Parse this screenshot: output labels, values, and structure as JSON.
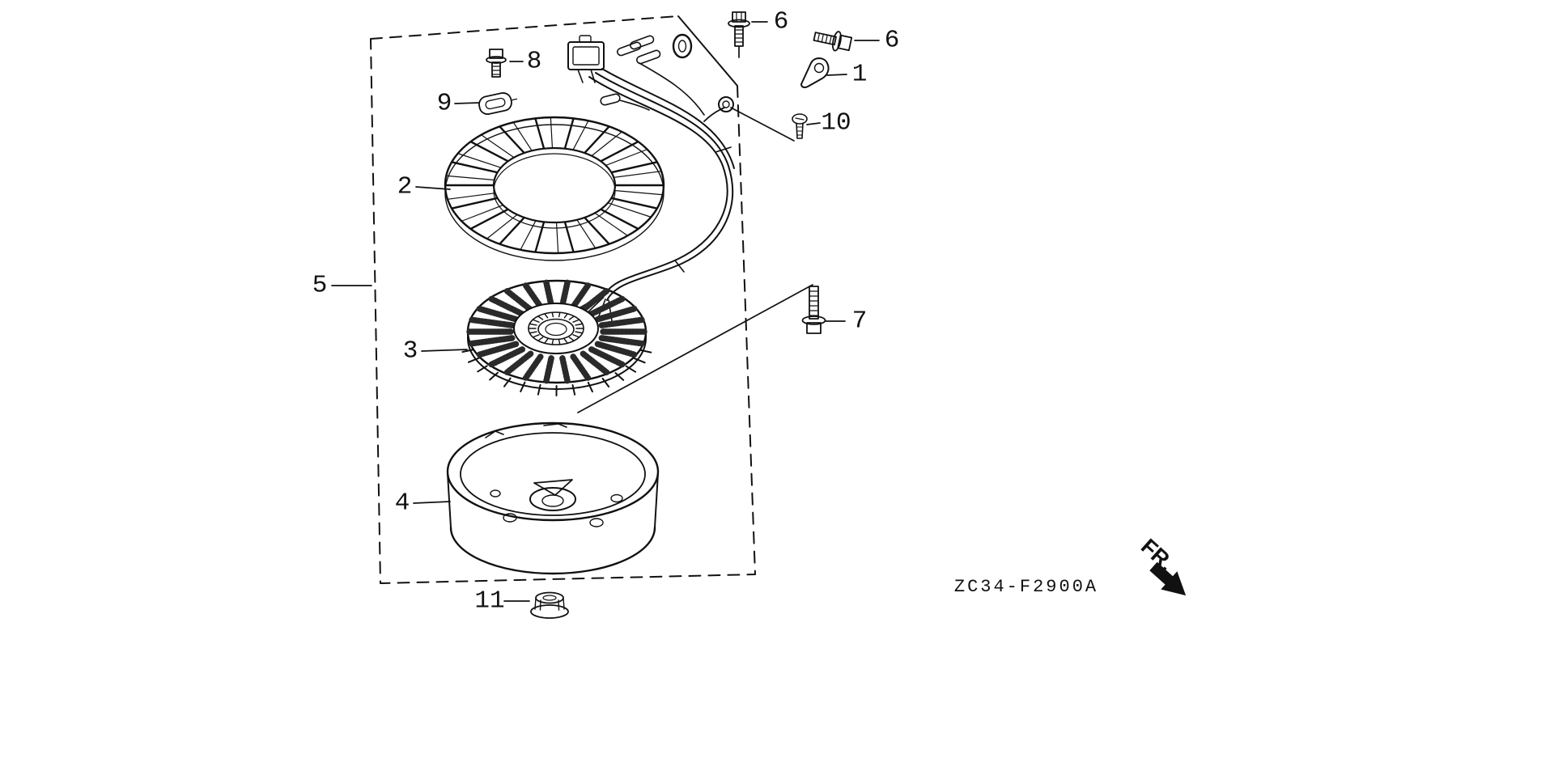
{
  "colors": {
    "ink": "#111111",
    "background": "#ffffff"
  },
  "callouts": {
    "part1": "1",
    "part2": "2",
    "part3": "3",
    "part4": "4",
    "part5": "5",
    "part6a": "6",
    "part6b": "6",
    "part7": "7",
    "part8": "8",
    "part9": "9",
    "part10": "10",
    "part11": "11"
  },
  "footer": {
    "diagram_code": "ZC34-F2900A"
  },
  "orientation": {
    "front_label": "FR."
  }
}
